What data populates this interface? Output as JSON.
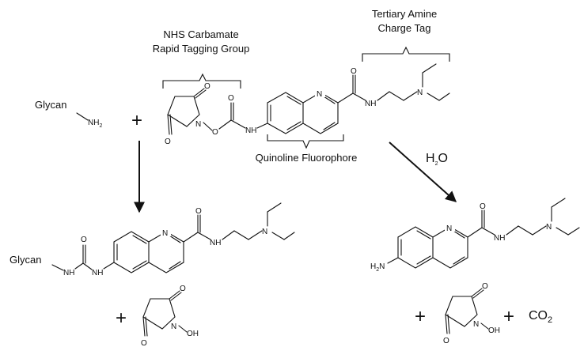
{
  "labels": {
    "nhs_group_line1": "NHS Carbamate",
    "nhs_group_line2": "Rapid Tagging Group",
    "amine_tag_line1": "Tertiary Amine",
    "amine_tag_line2": "Charge Tag",
    "fluorophore": "Quinoline Fluorophore",
    "glycan": "Glycan"
  },
  "atoms": {
    "nh2_N": "NH",
    "nh2_sub": "2",
    "h2n": "H",
    "h2n_sub": "2",
    "h2n_N": "N",
    "N": "N",
    "O": "O",
    "NH": "NH",
    "OH": "OH"
  },
  "reagents": {
    "plus": "+",
    "water": "H",
    "water_sub": "2",
    "water_O": "O",
    "co2": "CO",
    "co2_sub": "2"
  }
}
